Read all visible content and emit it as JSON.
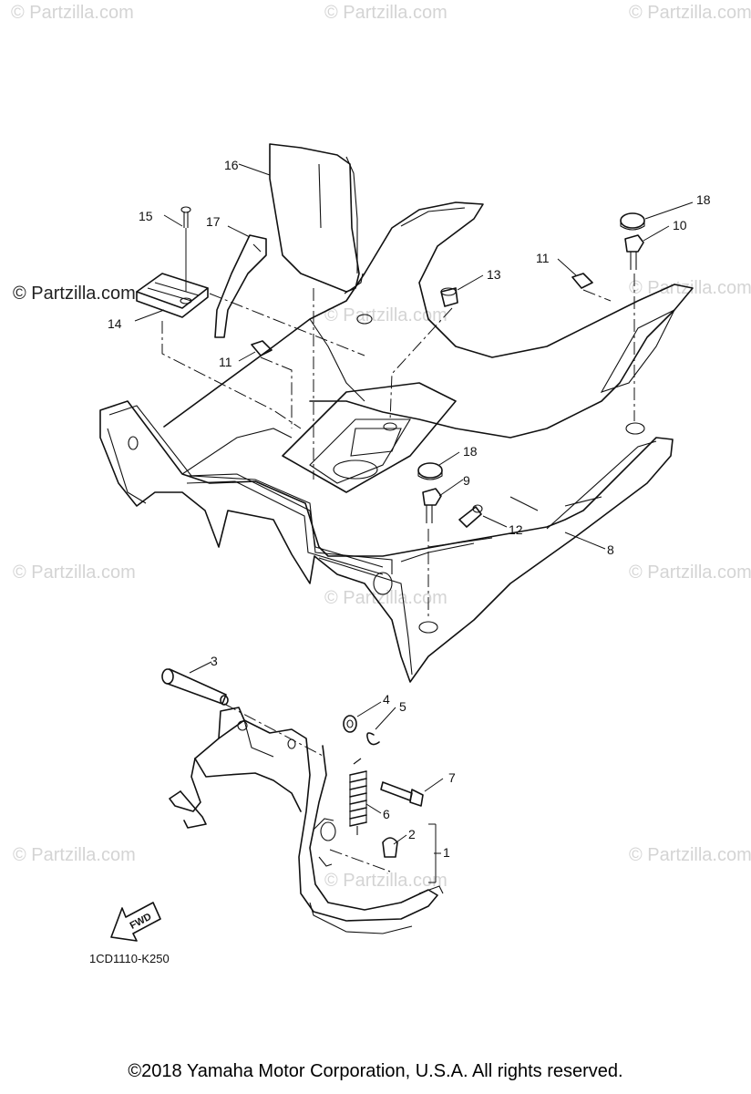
{
  "watermark": {
    "text": "© Partzilla.com",
    "prominent_text": "© Partzilla.com"
  },
  "diagram_code": "1CD1110-K250",
  "fwd_label": "FWD",
  "copyright": "©2018 Yamaha Motor Corporation, U.S.A. All rights reserved.",
  "callouts": {
    "c1": "1",
    "c2": "2",
    "c3": "3",
    "c4": "4",
    "c5": "5",
    "c6": "6",
    "c7": "7",
    "c8": "8",
    "c9": "9",
    "c10": "10",
    "c11a": "11",
    "c11b": "11",
    "c12": "12",
    "c13": "13",
    "c14": "14",
    "c15": "15",
    "c16": "16",
    "c17": "17",
    "c18a": "18",
    "c18b": "18"
  }
}
